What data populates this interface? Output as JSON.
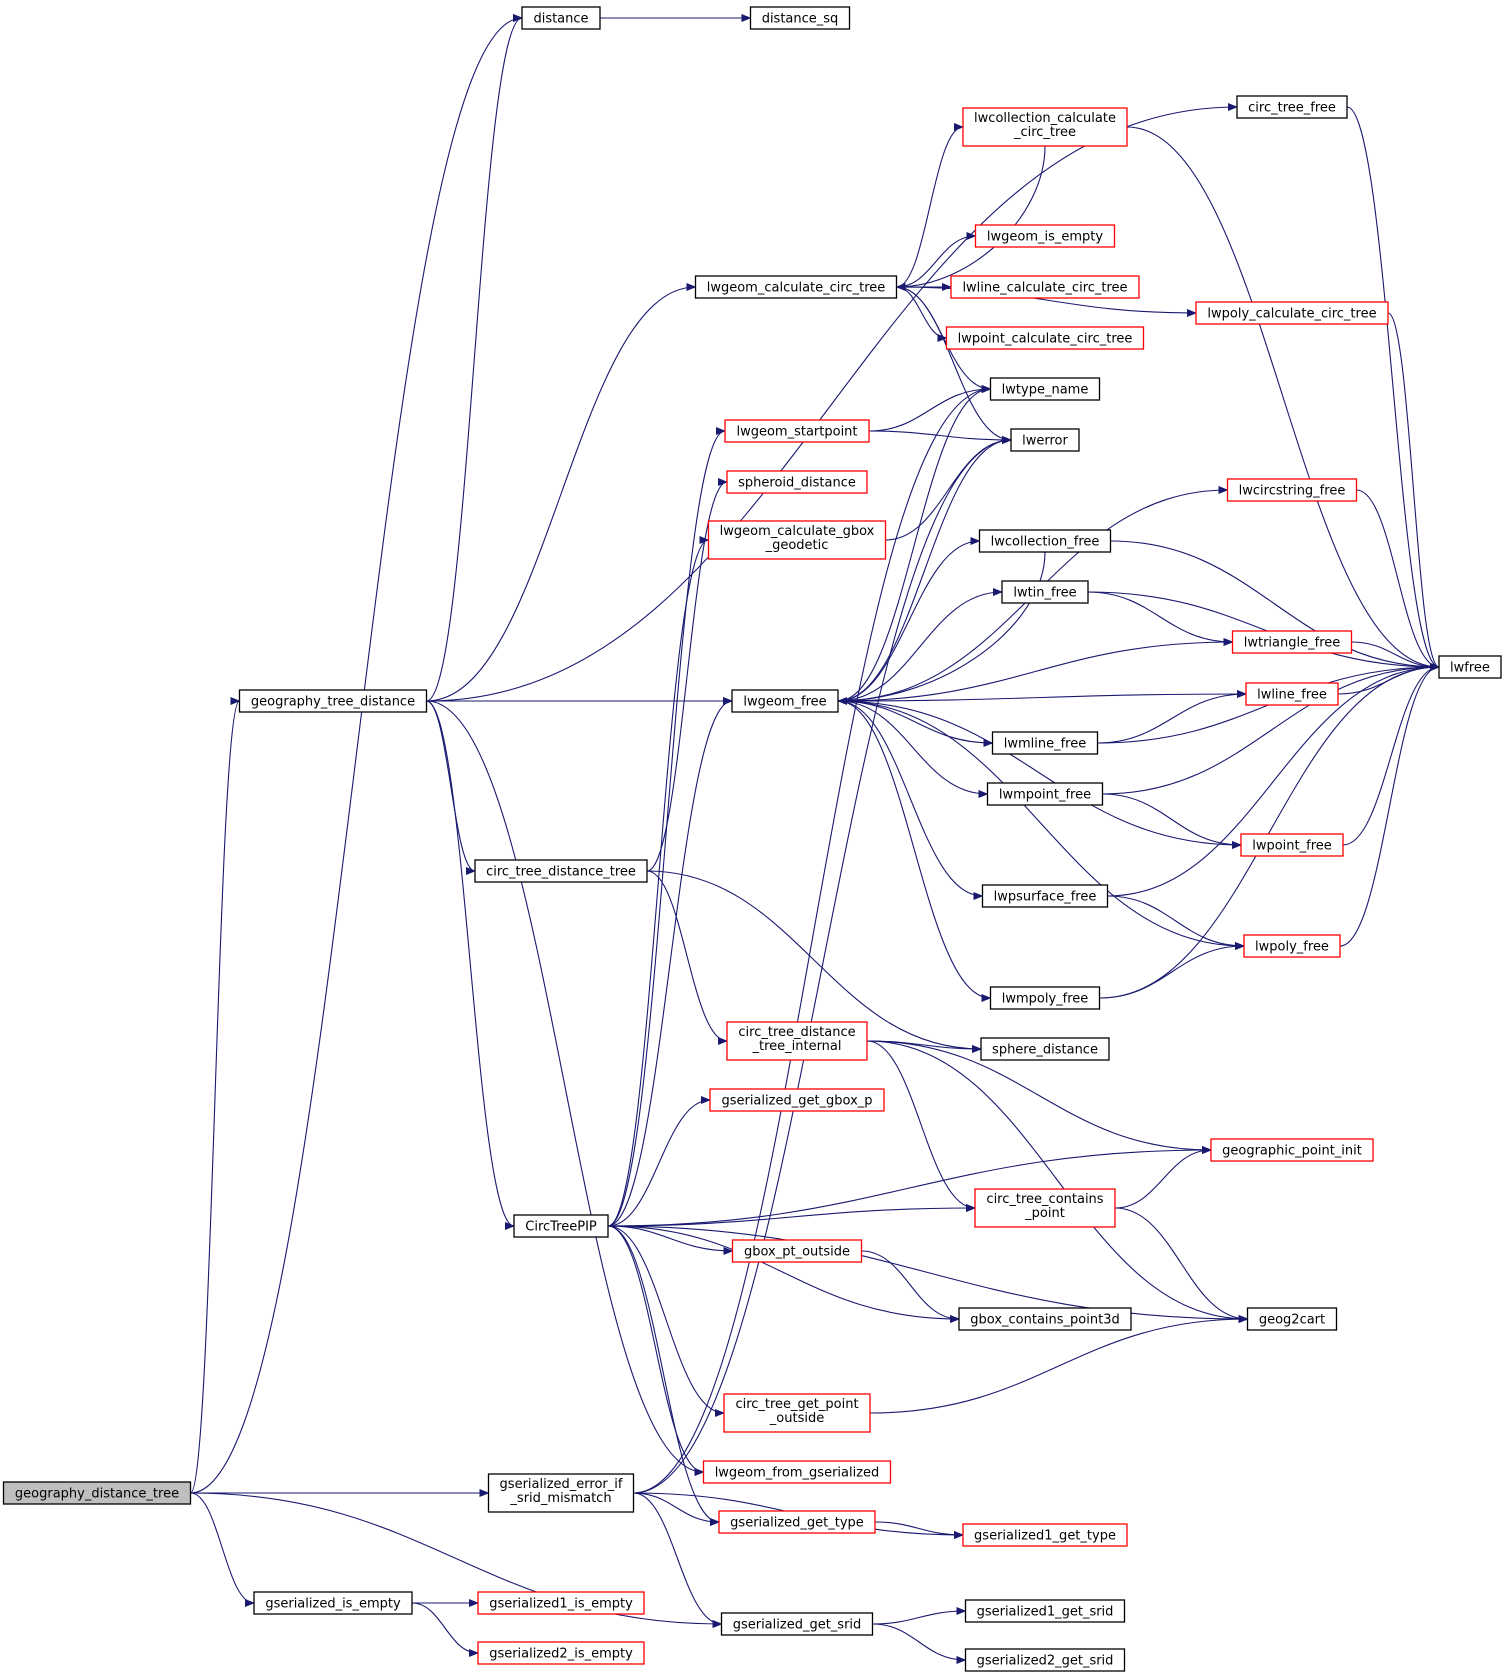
{
  "colors": {
    "edge": "#191970",
    "node_border_black": "#000000",
    "node_border_red": "#ff0000",
    "root_fill": "#bfbfbf",
    "node_fill": "#ffffff"
  },
  "nodes": [
    {
      "id": "gdt",
      "lines": [
        "geography_distance_tree"
      ],
      "border": "black",
      "root": true
    },
    {
      "id": "distance",
      "lines": [
        "distance"
      ],
      "border": "black"
    },
    {
      "id": "distance_sq",
      "lines": [
        "distance_sq"
      ],
      "border": "black"
    },
    {
      "id": "circ_tree_free",
      "lines": [
        "circ_tree_free"
      ],
      "border": "black"
    },
    {
      "id": "lwcoll_calc",
      "lines": [
        "lwcollection_calculate",
        "_circ_tree"
      ],
      "border": "red"
    },
    {
      "id": "lwgeom_is_empty",
      "lines": [
        "lwgeom_is_empty"
      ],
      "border": "red"
    },
    {
      "id": "lwgeom_calc_circ",
      "lines": [
        "lwgeom_calculate_circ_tree"
      ],
      "border": "black"
    },
    {
      "id": "lwline_calc",
      "lines": [
        "lwline_calculate_circ_tree"
      ],
      "border": "red"
    },
    {
      "id": "lwpoly_calc",
      "lines": [
        "lwpoly_calculate_circ_tree"
      ],
      "border": "red"
    },
    {
      "id": "lwpoint_calc",
      "lines": [
        "lwpoint_calculate_circ_tree"
      ],
      "border": "red"
    },
    {
      "id": "lwtype_name",
      "lines": [
        "lwtype_name"
      ],
      "border": "black"
    },
    {
      "id": "lwgeom_startpoint",
      "lines": [
        "lwgeom_startpoint"
      ],
      "border": "red"
    },
    {
      "id": "lwerror",
      "lines": [
        "lwerror"
      ],
      "border": "black"
    },
    {
      "id": "spheroid_distance",
      "lines": [
        "spheroid_distance"
      ],
      "border": "red"
    },
    {
      "id": "lwcircstring_free",
      "lines": [
        "lwcircstring_free"
      ],
      "border": "red"
    },
    {
      "id": "lwgeom_calc_gbox",
      "lines": [
        "lwgeom_calculate_gbox",
        "_geodetic"
      ],
      "border": "red"
    },
    {
      "id": "lwcollection_free",
      "lines": [
        "lwcollection_free"
      ],
      "border": "black"
    },
    {
      "id": "lwtin_free",
      "lines": [
        "lwtin_free"
      ],
      "border": "black"
    },
    {
      "id": "lwtriangle_free",
      "lines": [
        "lwtriangle_free"
      ],
      "border": "red"
    },
    {
      "id": "lwfree",
      "lines": [
        "lwfree"
      ],
      "border": "black"
    },
    {
      "id": "gtd",
      "lines": [
        "geography_tree_distance"
      ],
      "border": "black"
    },
    {
      "id": "lwgeom_free",
      "lines": [
        "lwgeom_free"
      ],
      "border": "black"
    },
    {
      "id": "lwline_free",
      "lines": [
        "lwline_free"
      ],
      "border": "red"
    },
    {
      "id": "lwmline_free",
      "lines": [
        "lwmline_free"
      ],
      "border": "black"
    },
    {
      "id": "lwmpoint_free",
      "lines": [
        "lwmpoint_free"
      ],
      "border": "black"
    },
    {
      "id": "lwpoint_free",
      "lines": [
        "lwpoint_free"
      ],
      "border": "red"
    },
    {
      "id": "ctdt",
      "lines": [
        "circ_tree_distance_tree"
      ],
      "border": "black"
    },
    {
      "id": "lwpsurface_free",
      "lines": [
        "lwpsurface_free"
      ],
      "border": "black"
    },
    {
      "id": "lwpoly_free",
      "lines": [
        "lwpoly_free"
      ],
      "border": "red"
    },
    {
      "id": "lwmpoly_free",
      "lines": [
        "lwmpoly_free"
      ],
      "border": "black"
    },
    {
      "id": "ctdti",
      "lines": [
        "circ_tree_distance",
        "_tree_internal"
      ],
      "border": "red"
    },
    {
      "id": "sphere_distance",
      "lines": [
        "sphere_distance"
      ],
      "border": "black"
    },
    {
      "id": "gs_get_gbox_p",
      "lines": [
        "gserialized_get_gbox_p"
      ],
      "border": "red"
    },
    {
      "id": "geo_point_init",
      "lines": [
        "geographic_point_init"
      ],
      "border": "red"
    },
    {
      "id": "ct_contains_point",
      "lines": [
        "circ_tree_contains",
        "_point"
      ],
      "border": "red"
    },
    {
      "id": "circtreepip",
      "lines": [
        "CircTreePIP"
      ],
      "border": "black"
    },
    {
      "id": "gbox_pt_outside",
      "lines": [
        "gbox_pt_outside"
      ],
      "border": "red"
    },
    {
      "id": "gbox_contains",
      "lines": [
        "gbox_contains_point3d"
      ],
      "border": "black"
    },
    {
      "id": "geog2cart",
      "lines": [
        "geog2cart"
      ],
      "border": "black"
    },
    {
      "id": "ct_get_point_out",
      "lines": [
        "circ_tree_get_point",
        "_outside"
      ],
      "border": "red"
    },
    {
      "id": "lwgeom_from_gs",
      "lines": [
        "lwgeom_from_gserialized"
      ],
      "border": "red"
    },
    {
      "id": "gs_error_srid",
      "lines": [
        "gserialized_error_if",
        "_srid_mismatch"
      ],
      "border": "black"
    },
    {
      "id": "gs_get_type",
      "lines": [
        "gserialized_get_type"
      ],
      "border": "red"
    },
    {
      "id": "gs1_get_type",
      "lines": [
        "gserialized1_get_type"
      ],
      "border": "red"
    },
    {
      "id": "gs_is_empty",
      "lines": [
        "gserialized_is_empty"
      ],
      "border": "black"
    },
    {
      "id": "gs1_is_empty",
      "lines": [
        "gserialized1_is_empty"
      ],
      "border": "red"
    },
    {
      "id": "gs_get_srid",
      "lines": [
        "gserialized_get_srid"
      ],
      "border": "black"
    },
    {
      "id": "gs1_get_srid",
      "lines": [
        "gserialized1_get_srid"
      ],
      "border": "black"
    },
    {
      "id": "gs2_is_empty",
      "lines": [
        "gserialized2_is_empty"
      ],
      "border": "red"
    },
    {
      "id": "gs2_get_srid",
      "lines": [
        "gserialized2_get_srid"
      ],
      "border": "black"
    }
  ],
  "edges": [
    [
      "gdt",
      "distance"
    ],
    [
      "gdt",
      "gtd"
    ],
    [
      "gdt",
      "gs_error_srid"
    ],
    [
      "gdt",
      "gs_is_empty"
    ],
    [
      "gdt",
      "gs_get_srid"
    ],
    [
      "distance",
      "distance_sq"
    ],
    [
      "gtd",
      "distance"
    ],
    [
      "gtd",
      "circ_tree_free"
    ],
    [
      "gtd",
      "lwgeom_calc_circ"
    ],
    [
      "gtd",
      "lwgeom_free"
    ],
    [
      "gtd",
      "ctdt"
    ],
    [
      "gtd",
      "circtreepip"
    ],
    [
      "gtd",
      "lwgeom_from_gs"
    ],
    [
      "lwgeom_calc_circ",
      "lwcoll_calc"
    ],
    [
      "lwgeom_calc_circ",
      "lwgeom_is_empty"
    ],
    [
      "lwgeom_calc_circ",
      "lwline_calc"
    ],
    [
      "lwgeom_calc_circ",
      "lwpoly_calc"
    ],
    [
      "lwgeom_calc_circ",
      "lwpoint_calc"
    ],
    [
      "lwgeom_calc_circ",
      "lwtype_name"
    ],
    [
      "lwgeom_calc_circ",
      "lwerror"
    ],
    [
      "lwcoll_calc",
      "lwgeom_calc_circ"
    ],
    [
      "lwcoll_calc",
      "lwfree"
    ],
    [
      "circ_tree_free",
      "lwfree"
    ],
    [
      "lwpoly_calc",
      "lwfree"
    ],
    [
      "lwgeom_startpoint",
      "lwtype_name"
    ],
    [
      "lwgeom_startpoint",
      "lwerror"
    ],
    [
      "lwgeom_calc_gbox",
      "lwerror"
    ],
    [
      "ctdt",
      "spheroid_distance"
    ],
    [
      "ctdt",
      "ctdti"
    ],
    [
      "ctdt",
      "sphere_distance"
    ],
    [
      "lwgeom_free",
      "lwtype_name"
    ],
    [
      "lwgeom_free",
      "lwerror"
    ],
    [
      "lwgeom_free",
      "lwcircstring_free"
    ],
    [
      "lwgeom_free",
      "lwcollection_free"
    ],
    [
      "lwgeom_free",
      "lwtin_free"
    ],
    [
      "lwgeom_free",
      "lwtriangle_free"
    ],
    [
      "lwgeom_free",
      "lwline_free"
    ],
    [
      "lwgeom_free",
      "lwmline_free"
    ],
    [
      "lwgeom_free",
      "lwmpoint_free"
    ],
    [
      "lwgeom_free",
      "lwpoint_free"
    ],
    [
      "lwgeom_free",
      "lwpsurface_free"
    ],
    [
      "lwgeom_free",
      "lwpoly_free"
    ],
    [
      "lwgeom_free",
      "lwmpoly_free"
    ],
    [
      "lwcollection_free",
      "lwgeom_free"
    ],
    [
      "lwcollection_free",
      "lwfree"
    ],
    [
      "lwtin_free",
      "lwtriangle_free"
    ],
    [
      "lwtin_free",
      "lwfree"
    ],
    [
      "lwcircstring_free",
      "lwfree"
    ],
    [
      "lwtriangle_free",
      "lwfree"
    ],
    [
      "lwline_free",
      "lwfree"
    ],
    [
      "lwmline_free",
      "lwline_free"
    ],
    [
      "lwmline_free",
      "lwfree"
    ],
    [
      "lwmpoint_free",
      "lwpoint_free"
    ],
    [
      "lwmpoint_free",
      "lwfree"
    ],
    [
      "lwpoint_free",
      "lwfree"
    ],
    [
      "lwpsurface_free",
      "lwpoly_free"
    ],
    [
      "lwpsurface_free",
      "lwfree"
    ],
    [
      "lwpoly_free",
      "lwfree"
    ],
    [
      "lwmpoly_free",
      "lwpoly_free"
    ],
    [
      "lwmpoly_free",
      "lwfree"
    ],
    [
      "ctdti",
      "sphere_distance"
    ],
    [
      "ctdti",
      "geo_point_init"
    ],
    [
      "ctdti",
      "ct_contains_point"
    ],
    [
      "ctdti",
      "geog2cart"
    ],
    [
      "ct_contains_point",
      "geo_point_init"
    ],
    [
      "ct_contains_point",
      "geog2cart"
    ],
    [
      "circtreepip",
      "lwgeom_calc_gbox"
    ],
    [
      "circtreepip",
      "lwgeom_startpoint"
    ],
    [
      "circtreepip",
      "lwgeom_free"
    ],
    [
      "circtreepip",
      "gs_get_gbox_p"
    ],
    [
      "circtreepip",
      "geo_point_init"
    ],
    [
      "circtreepip",
      "ct_contains_point"
    ],
    [
      "circtreepip",
      "gbox_pt_outside"
    ],
    [
      "circtreepip",
      "gbox_contains"
    ],
    [
      "circtreepip",
      "geog2cart"
    ],
    [
      "circtreepip",
      "ct_get_point_out"
    ],
    [
      "circtreepip",
      "lwgeom_from_gs"
    ],
    [
      "circtreepip",
      "gs_get_type"
    ],
    [
      "gbox_pt_outside",
      "gbox_contains"
    ],
    [
      "ct_get_point_out",
      "geog2cart"
    ],
    [
      "gs_error_srid",
      "lwerror"
    ],
    [
      "gs_error_srid",
      "lwtype_name"
    ],
    [
      "gs_error_srid",
      "gs_get_type"
    ],
    [
      "gs_error_srid",
      "gs1_get_type"
    ],
    [
      "gs_error_srid",
      "gs_get_srid"
    ],
    [
      "gs_get_type",
      "gs1_get_type"
    ],
    [
      "gs_is_empty",
      "gs1_is_empty"
    ],
    [
      "gs_is_empty",
      "gs2_is_empty"
    ],
    [
      "gs_get_srid",
      "gs1_get_srid"
    ],
    [
      "gs_get_srid",
      "gs2_get_srid"
    ]
  ]
}
